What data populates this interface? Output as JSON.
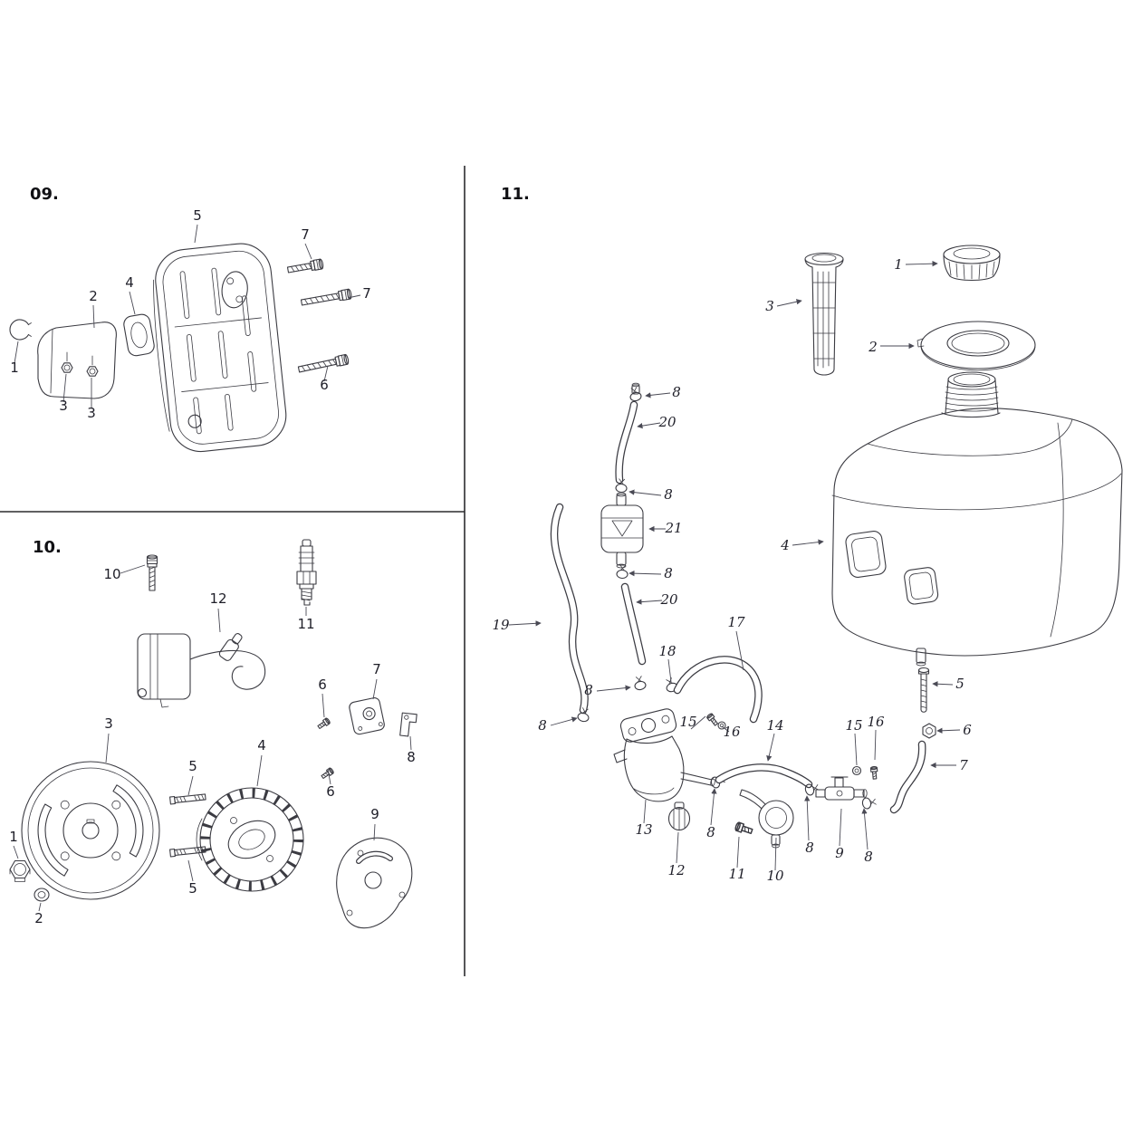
{
  "palette": {
    "line": "#3b3b42",
    "leader": "#4a4a55",
    "label": "#1e1e28",
    "title": "#101014",
    "divider": "#2b2b2e"
  },
  "sections": {
    "s09": {
      "title": "09.",
      "labels": {
        "l1": "1",
        "l2": "2",
        "l3a": "3",
        "l3b": "3",
        "l4": "4",
        "l5": "5",
        "l6": "6",
        "l7a": "7",
        "l7b": "7"
      }
    },
    "s10": {
      "title": "10.",
      "labels": {
        "l1": "1",
        "l2": "2",
        "l3": "3",
        "l4": "4",
        "l5a": "5",
        "l5b": "5",
        "l6a": "6",
        "l6b": "6",
        "l7": "7",
        "l8": "8",
        "l9": "9",
        "l10": "10",
        "l11": "11",
        "l12": "12"
      }
    },
    "s11": {
      "title": "11.",
      "labels": {
        "l1": "1",
        "l2": "2",
        "l3": "3",
        "l4": "4",
        "l5": "5",
        "l6": "6",
        "l7": "7",
        "l8a": "8",
        "l8b": "8",
        "l8c": "8",
        "l8d": "8",
        "l8e": "8",
        "l8f": "8",
        "l8g": "8",
        "l8h": "8",
        "l9": "9",
        "l10": "10",
        "l11": "11",
        "l12": "12",
        "l13": "13",
        "l14": "14",
        "l15a": "15",
        "l15b": "15",
        "l16a": "16",
        "l16b": "16",
        "l17": "17",
        "l18": "18",
        "l19": "19",
        "l20a": "20",
        "l20b": "20",
        "l21": "21"
      }
    }
  }
}
